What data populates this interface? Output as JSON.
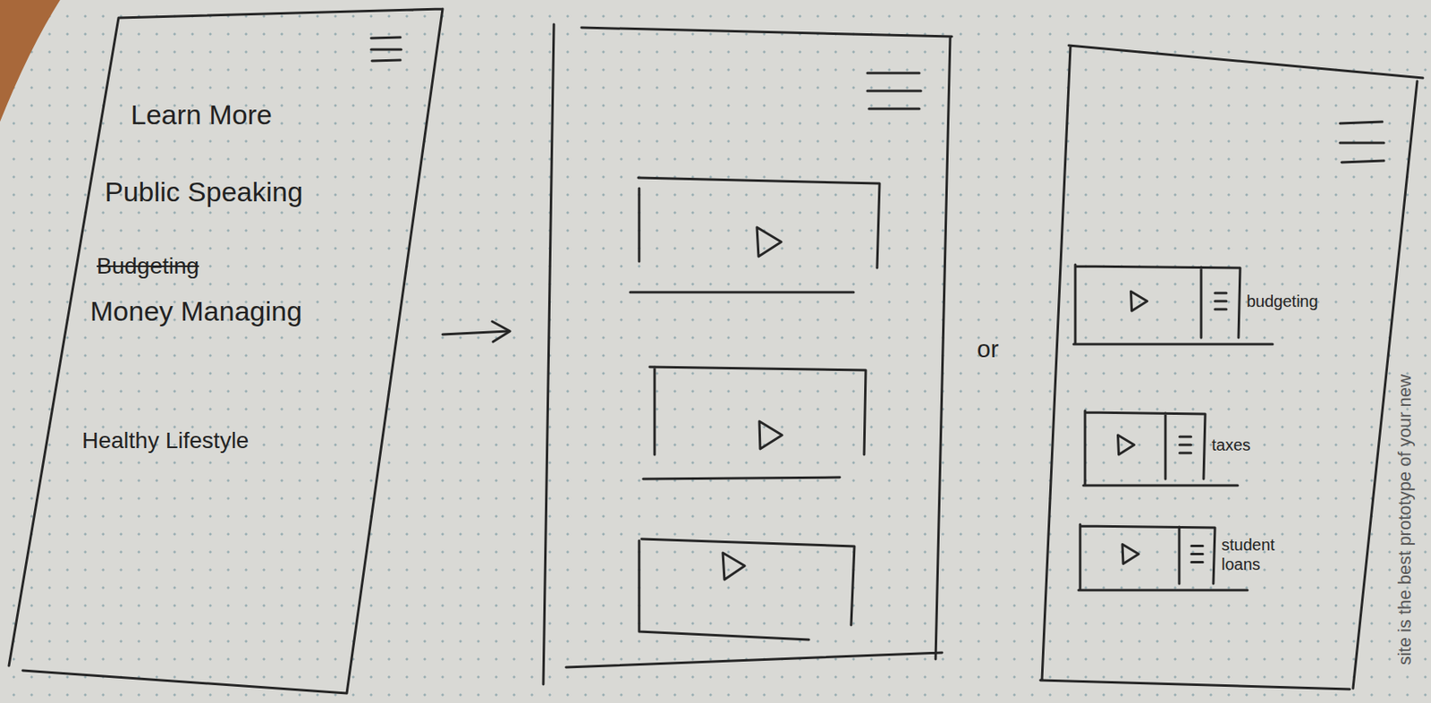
{
  "diagram": {
    "nodes": [
      {
        "text": [
          "Learn More",
          "Public Speaking",
          "Budgeting",
          "Money Managing",
          "Healthy Lifestyle"
        ]
      },
      {
        "text": [
          "budgeting"
        ]
      },
      {
        "text": [
          "taxes"
        ]
      },
      {
        "text": [
          "student loans"
        ]
      }
    ],
    "labels": [
      "or",
      "site is the best prototype of your new"
    ]
  }
}
